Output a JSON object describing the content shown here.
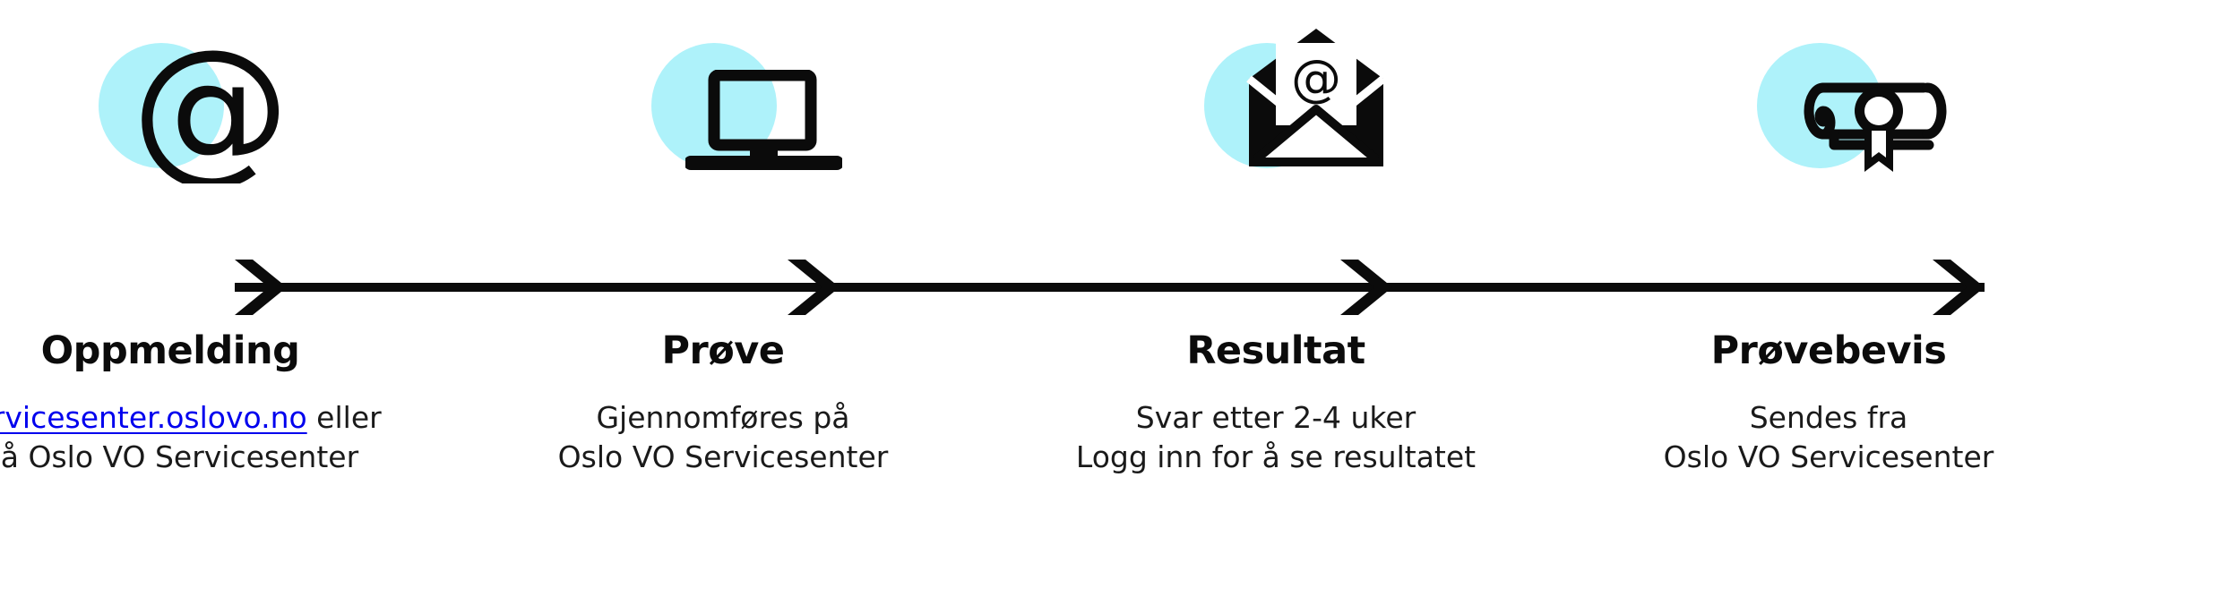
{
  "theme": {
    "blob_color": "#AEF2FA",
    "ink_color": "#0B0B0B",
    "background": "#FFFFFF"
  },
  "diagram": {
    "type": "process-timeline",
    "language": "no",
    "step_count": 4
  },
  "steps": [
    {
      "index": "1",
      "icon_name": "at-sign-icon",
      "title": "Oppmelding",
      "caption_line1_link": "servicesenter.oslovo.no",
      "caption_line1_rest": " eller",
      "caption_line2": "på Oslo VO Servicesenter"
    },
    {
      "index": "2",
      "icon_name": "laptop-icon",
      "title": "Prøve",
      "caption_line1_link": "",
      "caption_line1_rest": "Gjennomføres på",
      "caption_line2": "Oslo VO Servicesenter"
    },
    {
      "index": "3",
      "icon_name": "open-envelope-mail-icon",
      "title": "Resultat",
      "caption_line1_link": "",
      "caption_line1_rest": "Svar etter 2-4 uker",
      "caption_line2": "Logg inn for å se resultatet"
    },
    {
      "index": "4",
      "icon_name": "diploma-certificate-icon",
      "title": "Prøvebevis",
      "caption_line1_link": "",
      "caption_line1_rest": "Sendes fra",
      "caption_line2": "Oslo VO Servicesenter"
    }
  ],
  "arrow": {
    "icon_name": "right-arrow-timeline",
    "direction": "right",
    "head_count": "4"
  }
}
